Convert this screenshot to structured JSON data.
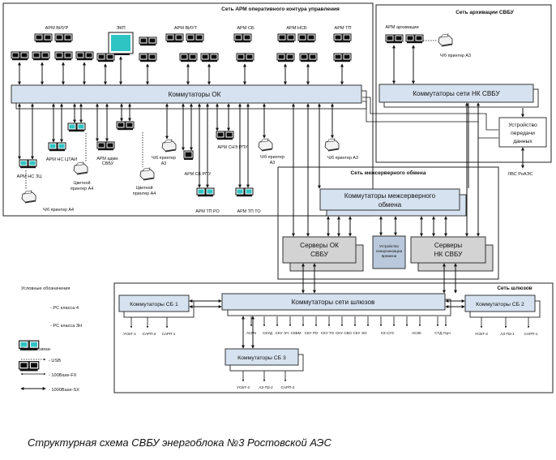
{
  "zones": {
    "operational": "Сеть АРМ оперативного контура управления",
    "archive": "Сеть архивации СВБУ",
    "interserver": "Сеть межсерверного обмена",
    "gateways": "Сеть шлюзов"
  },
  "boxes": {
    "ok_switches": "Коммутаторы ОК",
    "nk_switches": "Коммутаторы сети НК СВБУ",
    "transfer_device": [
      "Устройство",
      "передачи",
      "данных"
    ],
    "interserver_switches": [
      "Коммутаторы межсерверного",
      "обмена"
    ],
    "servers_ok": [
      "Серверы ОК",
      "СВБУ"
    ],
    "sync_device": [
      "Устройство",
      "синхронизации",
      "времени"
    ],
    "servers_nk": [
      "Серверы",
      "НК СВБУ"
    ],
    "gateway_switches": "Коммутаторы сети шлюзов",
    "sb1": "Коммутаторы СБ 1",
    "sb2": "Коммутаторы СБ 2",
    "sb3": "Коммутаторы СБ 3"
  },
  "workstations": {
    "top": [
      "АРМ ВИУР",
      "ЭКП",
      "АРМ ВИУТ",
      "АРМ СБ",
      "АРМ НСБ",
      "АРМ ТП"
    ],
    "archive": "АРМ архивации",
    "nc_zc": "АРМ НС ЗЦ",
    "nc_ctai": "АРМ НС ЦТАИ",
    "admin": [
      "АРМ адми.",
      "СВБУ"
    ],
    "sb_rpu": "АРМ СБ РПУ",
    "sne_rpu": "АРМ СНЭ РПУ",
    "tp_ro": "АРМ ТП РО",
    "tp_to": "АРМ ТП ТО"
  },
  "printers": {
    "bw_a4_left": "Ч/б принтер А4",
    "color_a4_1": [
      "Цветной",
      "принтер А4"
    ],
    "color_a4_2": [
      "Цветной",
      "принтер А4"
    ],
    "bw_a3_1": [
      "Ч/б принтер",
      "А3"
    ],
    "bw_a3_2": [
      "Ч/б принтер",
      "А3"
    ],
    "bw_a3_3": "Ч/б принтер А3",
    "bw_a3_archive": "Ч/б принтер А3"
  },
  "lvs": "ЛВС РоАЭС",
  "gateway_labels": [
    "АСРК",
    "СКУД",
    "СКУ ЭЧ",
    "СКВМ",
    "СКУ РО",
    "СКУ ТО",
    "СКУ СВО",
    "СКУ ЭО",
    "КЗ СУЗ",
    "АСКК",
    "СТД ГЦН"
  ],
  "sb1_labels": [
    "УСБТ-1",
    "САРП-2",
    "САРП-1"
  ],
  "sb2_labels": [
    "УСБТ-2",
    "АЗ-ПЗ-1",
    "САРП-1"
  ],
  "sb3_labels": [
    "УСБТ-3",
    "АЗ-ПЗ-2",
    "САРП-2"
  ],
  "legend": {
    "title": "Условные обозначения",
    "pc4": "- PC класса 4",
    "pc3": "- PC класса 3Н",
    "channels_title": "Каналы связи",
    "usb": "- USB",
    "fx": "- 100Base-FX",
    "sx": "- 1000Base-SX"
  },
  "caption": "Структурная схема СВБУ энергоблока №3 Ростовской АЭС"
}
